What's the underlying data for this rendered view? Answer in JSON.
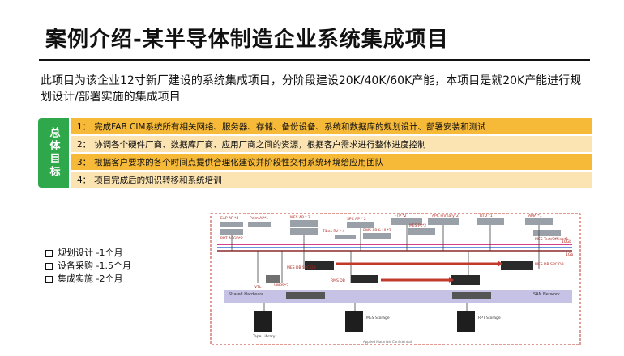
{
  "title": "案例介绍-某半导体制造企业系统集成项目",
  "intro": "此项目为该企业12寸新厂建设的系统集成项目，分阶段建设20K/40K/60K产能，本项目是就20K产能进行规划设计/部署实施的集成项目",
  "goals": {
    "label": "总体目标",
    "items": [
      {
        "num": "1：",
        "text": "完成FAB CIM系统所有相关网络、服务器、存储、备份设备、系统和数据库的规划设计、部署安装和测试"
      },
      {
        "num": "2：",
        "text": "协调各个硬件厂商、数据库厂商、应用厂商之间的资源，根据客户需求进行整体进度控制"
      },
      {
        "num": "3：",
        "text": "根据客户要求的各个时间点提供合理化建议并阶段性交付系统环境给应用团队"
      },
      {
        "num": "4：",
        "text": "项目完成后的知识转移和系统培训"
      }
    ]
  },
  "plan": [
    "规划设计 -1个月",
    "设备采购 -1.5个月",
    "集成实施 -2个月"
  ],
  "diagram": {
    "labels": {
      "eap": "EAP AP *4",
      "pcim": "Pcim AP*1",
      "mes_ap": "MES AP * 2",
      "spc_ap": "SPC AP * 2",
      "ftp": "FTP *2",
      "apc": "APC Primary*2",
      "rtd": "RTD *1",
      "ama": "AMA *1",
      "tibco": "Tibco RV * 4",
      "rms_ap": "RMS AP & UI *2",
      "mes_ps": "MES Ps*2",
      "mes_test": "MES Test/Offline*1",
      "rpt": "RPT APGD*2",
      "mes_db_l": "MES DB SPC DB",
      "rms_db": "RMS DB",
      "mes_db_r": "MES DB SPC DB",
      "vtl": "VTL",
      "vmbs": "VMBS*2",
      "shared": "Shared Hardware",
      "san": "SAN Network",
      "tape": "Tape Library",
      "mes_storage": "MES Storage",
      "rpt_storage": "RPT Storage",
      "footer": "Applied Materials Confidential",
      "link_10g": "10Gb",
      "link_1g": "1Gb"
    }
  }
}
